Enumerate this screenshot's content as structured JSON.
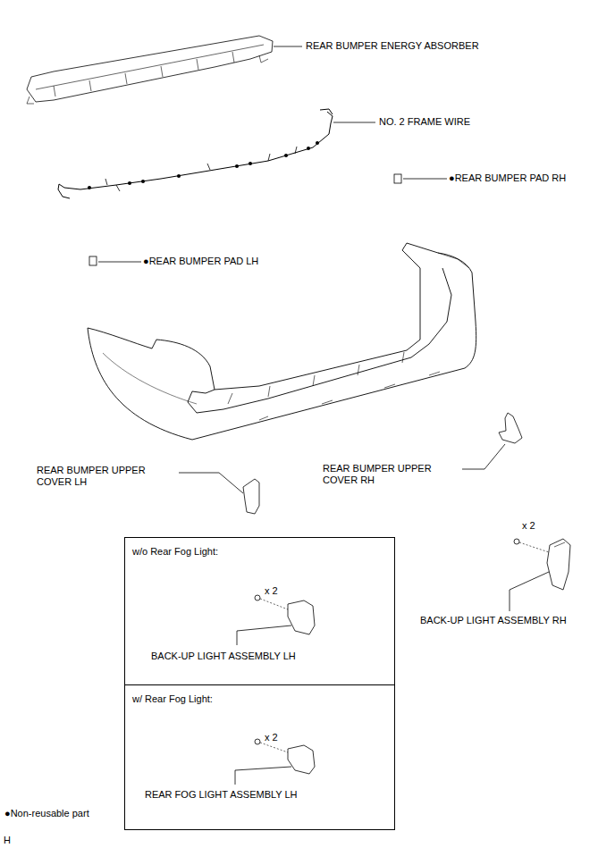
{
  "diagram": {
    "nodes": [
      {
        "text": [
          "w/o Rear Fog Light:",
          "x 2",
          "BACK-UP LIGHT ASSEMBLY LH"
        ]
      },
      {
        "text": [
          "w/ Rear Fog Light:",
          "x 2",
          "REAR FOG LIGHT ASSEMBLY LH"
        ]
      }
    ],
    "labels": [
      "REAR BUMPER ENERGY ABSORBER",
      "NO. 2 FRAME WIRE",
      "●REAR BUMPER PAD RH",
      "●REAR BUMPER PAD LH",
      "REAR BUMPER UPPER COVER LH",
      "REAR BUMPER UPPER COVER RH",
      "x 2",
      "BACK-UP LIGHT ASSEMBLY RH",
      "●Non-reusable part",
      "H"
    ]
  }
}
